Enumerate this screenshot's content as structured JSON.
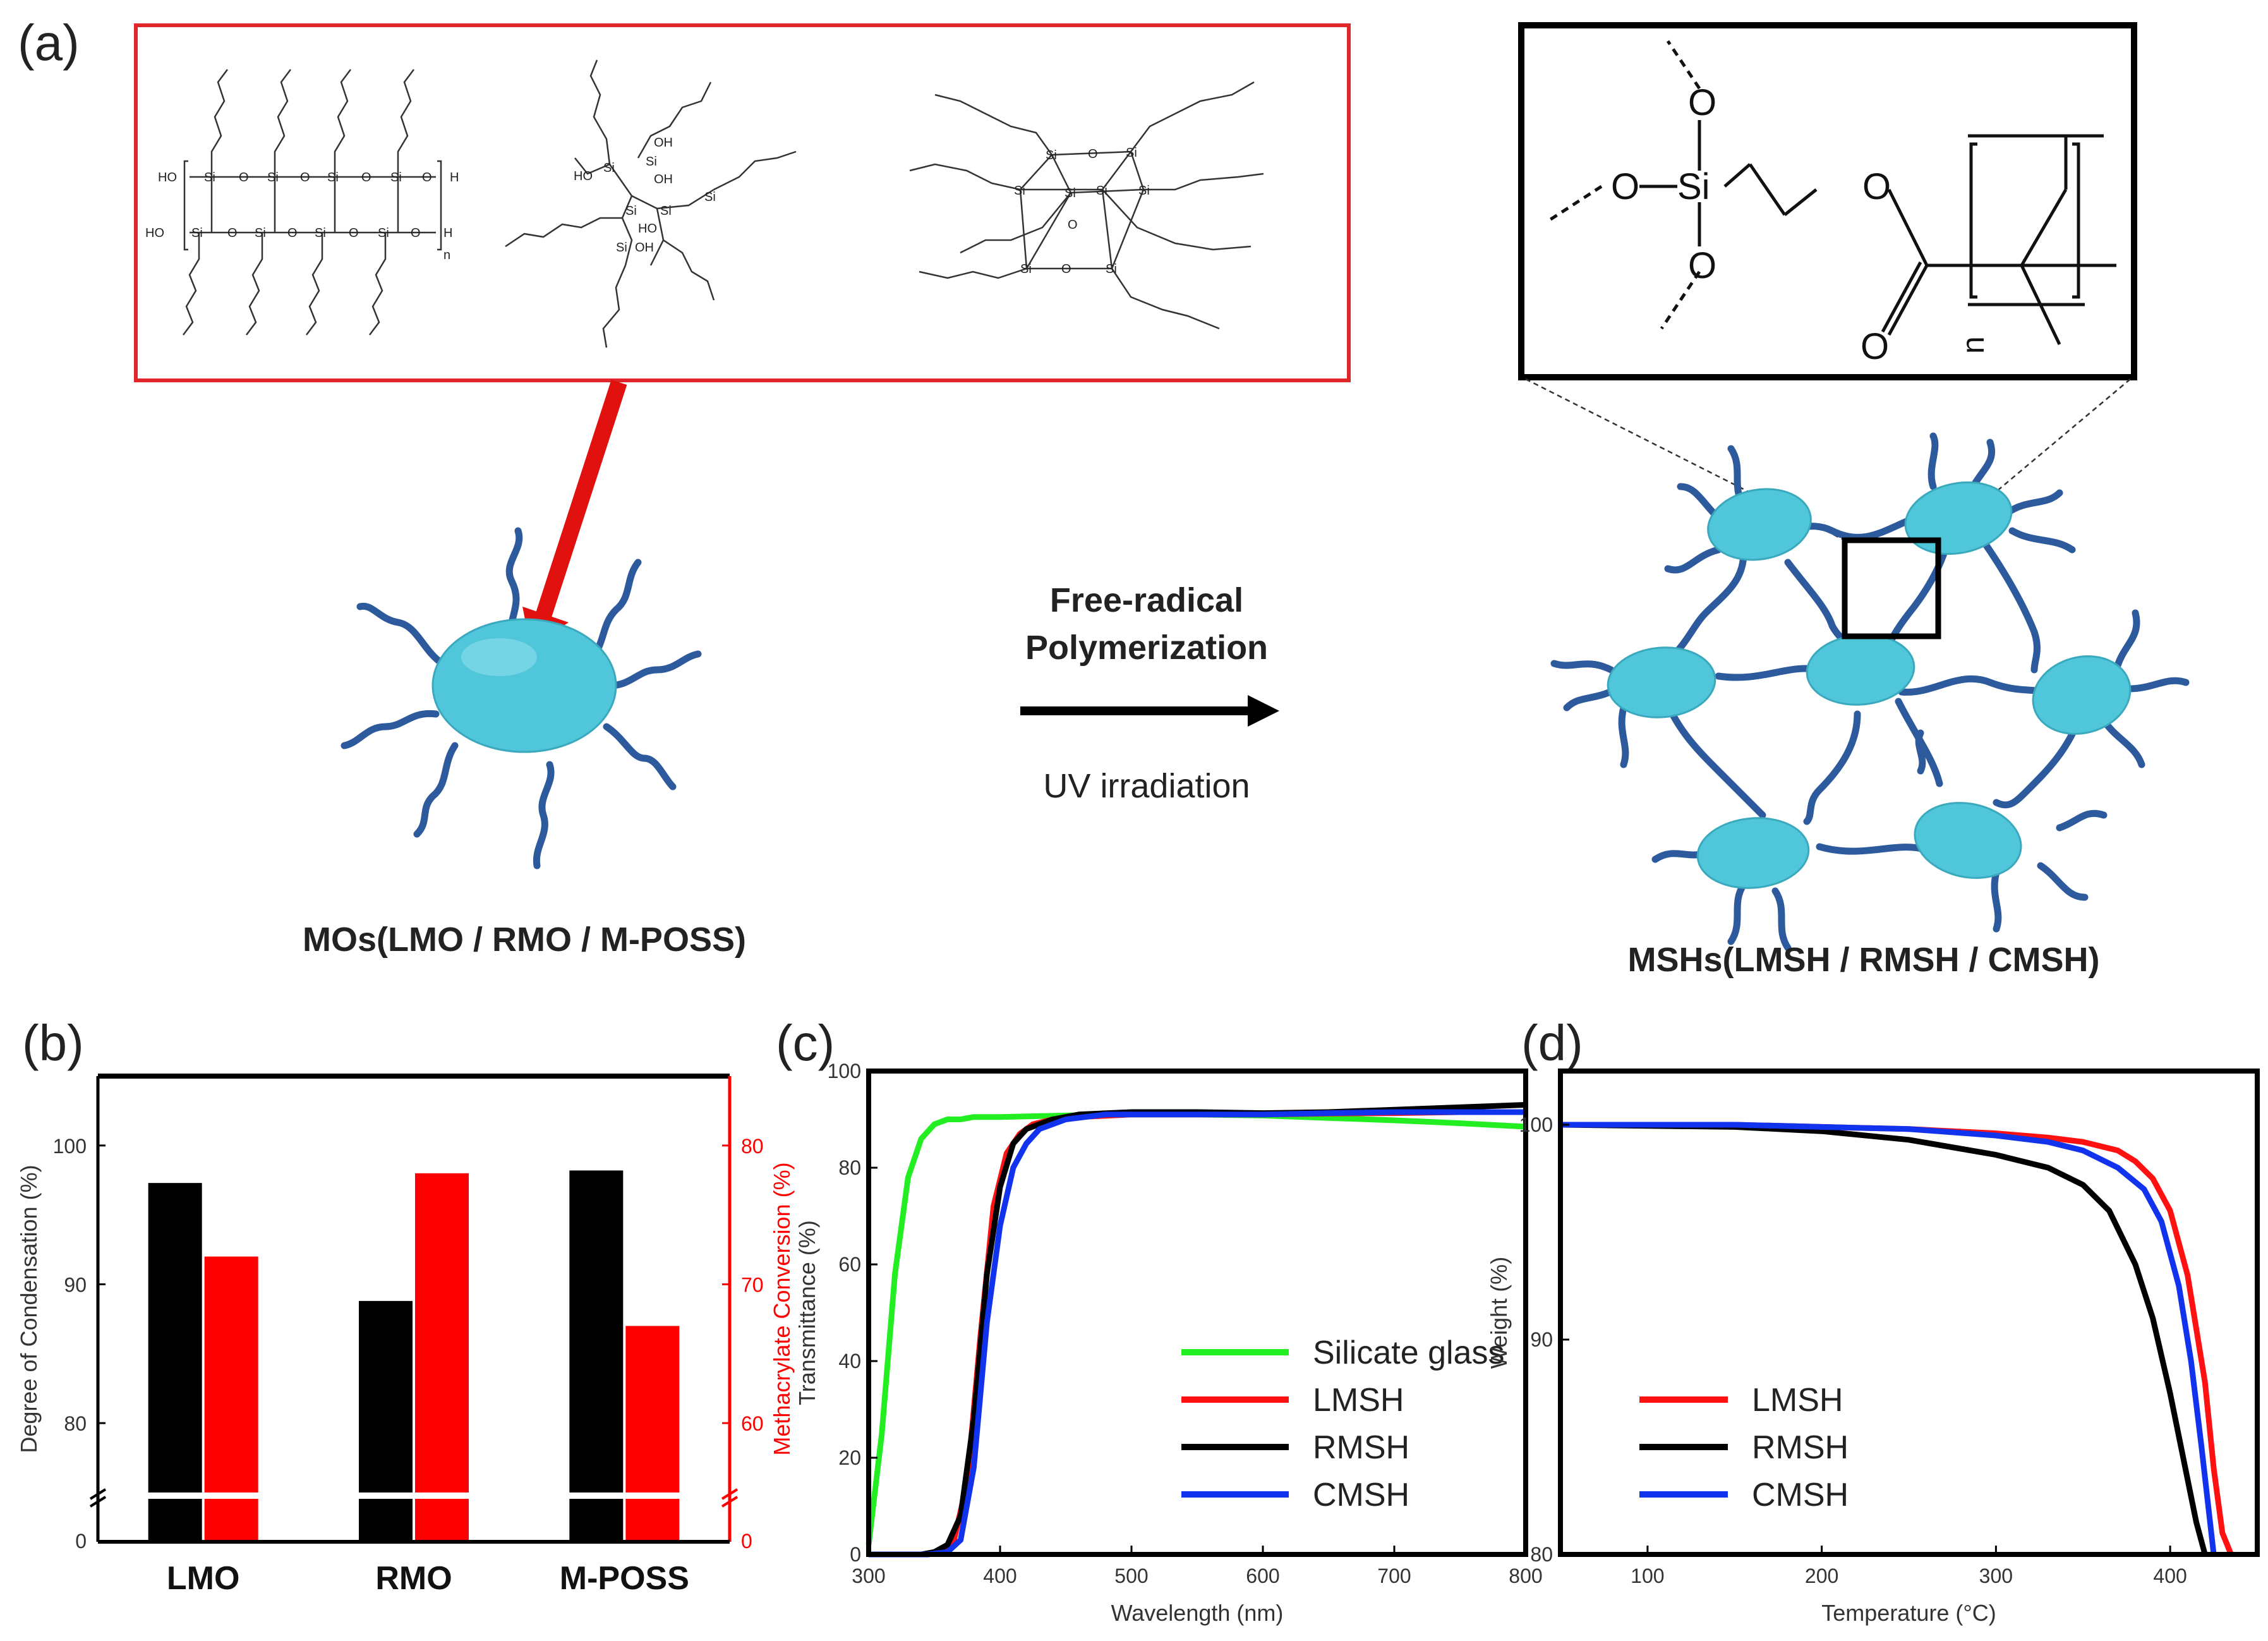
{
  "panels": {
    "a": {
      "letter": "(a)",
      "reaction_title_line1": "Free-radical",
      "reaction_title_line2": "Polymerization",
      "reaction_condition": "UV irradiation",
      "left_caption": "MOs(LMO / RMO / M-POSS)",
      "right_caption": "MSHs(LMSH / RMSH / CMSH)",
      "structure_atoms": {
        "silicon": "Si",
        "oxygen": "O",
        "hydroxyl": "HO",
        "hydroxyl_r": "OH",
        "hydrogen": "H",
        "repeat_index": "n"
      },
      "colors": {
        "particle": "#4fc6d9",
        "chain": "#2c5a9c",
        "highlight_box": "#e0262b",
        "arrow": "#e0110e"
      }
    },
    "b": {
      "letter": "(b)"
    },
    "c": {
      "letter": "(c)"
    },
    "d": {
      "letter": "(d)"
    }
  },
  "chart_data": [
    {
      "type": "bar",
      "panel": "(b)",
      "categories": [
        "LMO",
        "RMO",
        "M-POSS"
      ],
      "series": [
        {
          "values": [
            97.3,
            88.8,
            98.2
          ],
          "color": "#000000",
          "axis": "left"
        },
        {
          "values": [
            72,
            78,
            67
          ],
          "color": "#ff0000",
          "axis": "right"
        }
      ],
      "xlabel": "",
      "ylabel": "Degree of Condensation (%)",
      "ylabel_right": "Methacrylate Conversion (%)",
      "ylim": [
        75,
        105
      ],
      "ylim_right": [
        55,
        85
      ],
      "yticks": [
        "80",
        "90",
        "100"
      ],
      "yticks_right": [
        "60",
        "70",
        "80"
      ],
      "axis_zero_label": "0",
      "axis_break": true,
      "grid": false
    },
    {
      "type": "line",
      "panel": "(c)",
      "xlabel": "Wavelength (nm)",
      "ylabel": "Transmittance (%)",
      "xlim": [
        300,
        800
      ],
      "ylim": [
        0,
        100
      ],
      "xticks": [
        300,
        400,
        500,
        600,
        700,
        800
      ],
      "yticks": [
        0,
        20,
        40,
        60,
        80,
        100
      ],
      "legend_position": "bottom-right",
      "grid": false,
      "series": [
        {
          "name": "Silicate glass",
          "color": "#22ee22",
          "x": [
            300,
            310,
            320,
            330,
            340,
            350,
            360,
            370,
            380,
            400,
            450,
            500,
            550,
            600,
            650,
            700,
            750,
            800
          ],
          "y": [
            2,
            25,
            58,
            78,
            86,
            89,
            90,
            90,
            90.5,
            90.5,
            90.8,
            91,
            91,
            90.8,
            90.3,
            89.8,
            89.2,
            88.5
          ]
        },
        {
          "name": "LMSH",
          "color": "#ff1111",
          "x": [
            300,
            340,
            355,
            365,
            375,
            385,
            395,
            405,
            415,
            425,
            440,
            460,
            500,
            550,
            600,
            650,
            700,
            750,
            800
          ],
          "y": [
            0,
            0,
            0.5,
            3,
            15,
            45,
            72,
            83,
            87,
            89,
            90,
            90.5,
            91,
            91,
            91,
            91.2,
            91.3,
            91.5,
            91.5
          ]
        },
        {
          "name": "RMSH",
          "color": "#000000",
          "x": [
            300,
            340,
            350,
            360,
            370,
            380,
            390,
            400,
            410,
            420,
            440,
            460,
            500,
            550,
            600,
            650,
            700,
            750,
            800
          ],
          "y": [
            0,
            0,
            0.5,
            2,
            8,
            28,
            58,
            76,
            85,
            88,
            90,
            91,
            91.5,
            91.5,
            91.3,
            91.5,
            92,
            92.5,
            93
          ]
        },
        {
          "name": "CMSH",
          "color": "#1133ee",
          "x": [
            300,
            345,
            360,
            370,
            380,
            390,
            400,
            410,
            420,
            430,
            450,
            480,
            500,
            550,
            600,
            650,
            700,
            750,
            800
          ],
          "y": [
            0,
            0,
            0.5,
            3,
            18,
            48,
            68,
            80,
            85,
            88,
            90,
            91,
            91,
            91,
            91,
            91.3,
            91.5,
            91.5,
            91.5
          ]
        }
      ]
    },
    {
      "type": "line",
      "panel": "(d)",
      "xlabel": "Temperature (°C)",
      "ylabel": "Weight (%)",
      "xlim": [
        50,
        450
      ],
      "ylim": [
        80,
        102.5
      ],
      "xticks": [
        100,
        200,
        300,
        400
      ],
      "yticks": [
        80,
        90,
        100
      ],
      "legend_position": "bottom-left",
      "grid": false,
      "series": [
        {
          "name": "LMSH",
          "color": "#ff1111",
          "x": [
            50,
            150,
            250,
            300,
            330,
            350,
            370,
            380,
            390,
            400,
            410,
            420,
            425,
            430,
            435
          ],
          "y": [
            100,
            100,
            99.8,
            99.6,
            99.4,
            99.2,
            98.8,
            98.3,
            97.5,
            96,
            93,
            88,
            84,
            81,
            80
          ]
        },
        {
          "name": "RMSH",
          "color": "#000000",
          "x": [
            50,
            150,
            200,
            250,
            300,
            330,
            350,
            365,
            380,
            390,
            400,
            410,
            415,
            420
          ],
          "y": [
            100,
            99.9,
            99.7,
            99.3,
            98.6,
            98,
            97.2,
            96,
            93.5,
            91,
            87.5,
            83.5,
            81.5,
            80
          ]
        },
        {
          "name": "CMSH",
          "color": "#1133ee",
          "x": [
            50,
            150,
            250,
            300,
            330,
            350,
            370,
            385,
            395,
            405,
            412,
            418,
            425
          ],
          "y": [
            100,
            100,
            99.8,
            99.5,
            99.2,
            98.8,
            98,
            97,
            95.5,
            92.5,
            89,
            85,
            80
          ]
        }
      ]
    }
  ]
}
